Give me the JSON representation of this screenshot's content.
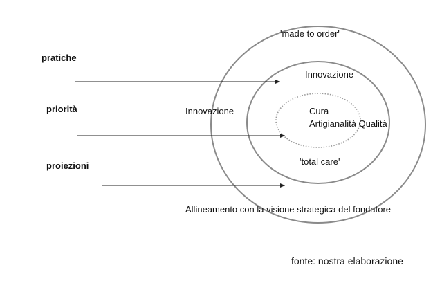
{
  "row_labels": [
    "pratiche",
    "priorità",
    "proiezioni"
  ],
  "outer_ring": {
    "top_label": "'made to order'",
    "left_label": "Innovazione",
    "bottom_label": "Allineamento con la visione strategica del fondatore"
  },
  "middle_ring": {
    "top_label": "Innovazione",
    "bottom_label": "'total care'"
  },
  "core": {
    "line1": "Cura",
    "line2": "Artigianalità Qualità"
  },
  "source_note": "fonte: nostra elaborazione",
  "colors": {
    "ring_stroke": "#8a8a8a",
    "core_stroke": "#9a9a9a",
    "arrow": "#222222",
    "text": "#111111"
  }
}
